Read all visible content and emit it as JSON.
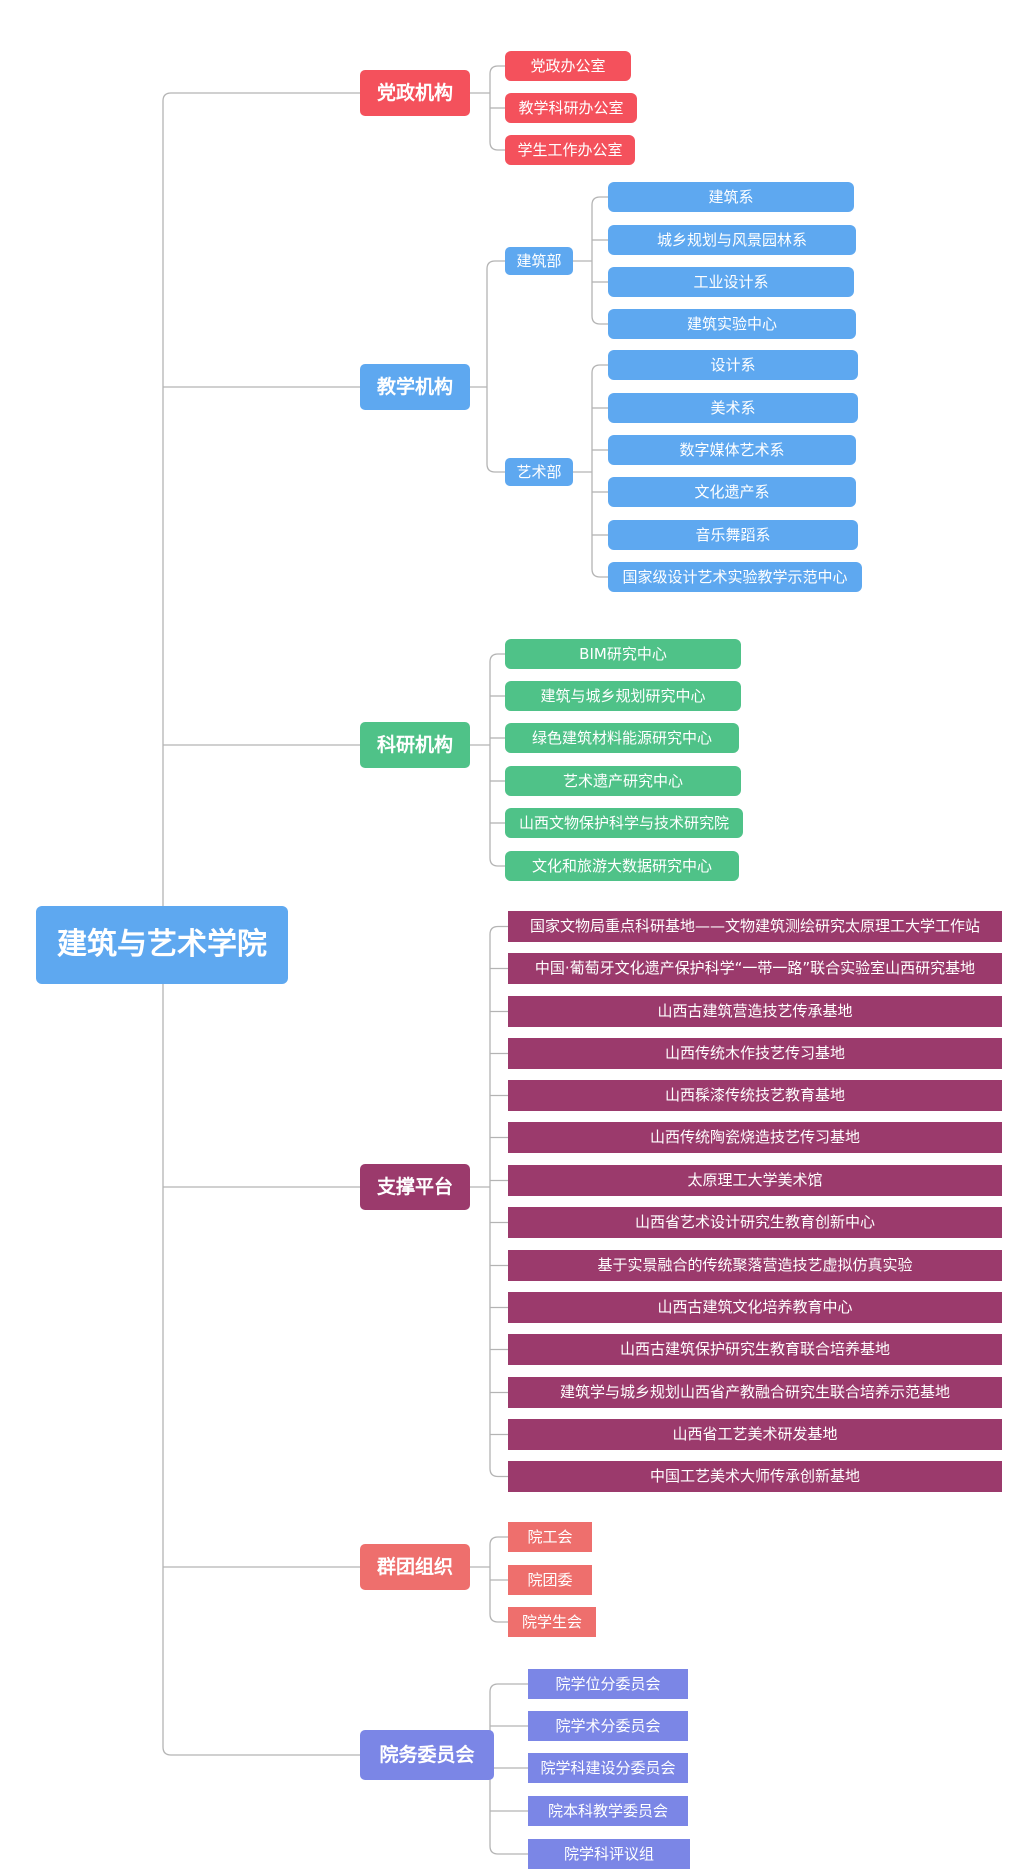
{
  "root": {
    "label": "建筑与艺术学院",
    "color": "#5ea8f0"
  },
  "connector_color": "#b4b4b4",
  "branches": [
    {
      "key": "dangzheng",
      "label": "党政机构",
      "color": "#f4515c",
      "children": [
        {
          "label": "党政办公室"
        },
        {
          "label": "教学科研办公室"
        },
        {
          "label": "学生工作办公室"
        }
      ]
    },
    {
      "key": "jiaoxue",
      "label": "教学机构",
      "color": "#5ea8f0",
      "children": [
        {
          "label": "建筑部",
          "children": [
            {
              "label": "建筑系"
            },
            {
              "label": "城乡规划与风景园林系"
            },
            {
              "label": "工业设计系"
            },
            {
              "label": "建筑实验中心"
            }
          ]
        },
        {
          "label": "艺术部",
          "children": [
            {
              "label": "设计系"
            },
            {
              "label": "美术系"
            },
            {
              "label": "数字媒体艺术系"
            },
            {
              "label": "文化遗产系"
            },
            {
              "label": "音乐舞蹈系"
            },
            {
              "label": "国家级设计艺术实验教学示范中心"
            }
          ]
        }
      ]
    },
    {
      "key": "keyan",
      "label": "科研机构",
      "color": "#4fc288",
      "children": [
        {
          "label": "BIM研究中心"
        },
        {
          "label": "建筑与城乡规划研究中心"
        },
        {
          "label": "绿色建筑材料能源研究中心"
        },
        {
          "label": "艺术遗产研究中心"
        },
        {
          "label": "山西文物保护科学与技术研究院"
        },
        {
          "label": "文化和旅游大数据研究中心"
        }
      ]
    },
    {
      "key": "zhicheng",
      "label": "支撑平台",
      "color": "#9b3a6c",
      "children": [
        {
          "label": "国家文物局重点科研基地——文物建筑测绘研究太原理工大学工作站"
        },
        {
          "label": "中国·葡萄牙文化遗产保护科学“一带一路”联合实验室山西研究基地"
        },
        {
          "label": "山西古建筑营造技艺传承基地"
        },
        {
          "label": "山西传统木作技艺传习基地"
        },
        {
          "label": "山西髹漆传统技艺教育基地"
        },
        {
          "label": "山西传统陶瓷烧造技艺传习基地"
        },
        {
          "label": "太原理工大学美术馆"
        },
        {
          "label": "山西省艺术设计研究生教育创新中心"
        },
        {
          "label": "基于实景融合的传统聚落营造技艺虚拟仿真实验"
        },
        {
          "label": "山西古建筑文化培养教育中心"
        },
        {
          "label": "山西古建筑保护研究生教育联合培养基地"
        },
        {
          "label": "建筑学与城乡规划山西省产教融合研究生联合培养示范基地"
        },
        {
          "label": "山西省工艺美术研发基地"
        },
        {
          "label": "中国工艺美术大师传承创新基地"
        }
      ]
    },
    {
      "key": "quntuan",
      "label": "群团组织",
      "color": "#ee6f6d",
      "children": [
        {
          "label": "院工会"
        },
        {
          "label": "院团委"
        },
        {
          "label": "院学生会"
        }
      ]
    },
    {
      "key": "yuanwu",
      "label": "院务委员会",
      "color": "#7b86e6",
      "children": [
        {
          "label": "院学位分委员会"
        },
        {
          "label": "院学术分委员会"
        },
        {
          "label": "院学科建设分委员会"
        },
        {
          "label": "院本科教学委员会"
        },
        {
          "label": "院学科评议组"
        }
      ]
    }
  ]
}
